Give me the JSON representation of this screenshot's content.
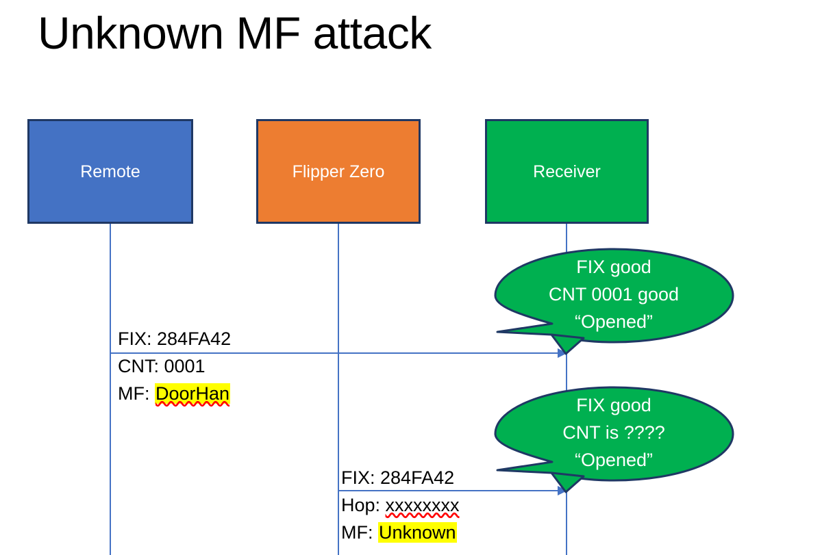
{
  "slide": {
    "title": "Unknown MF attack",
    "background": "#ffffff"
  },
  "colors": {
    "remote_fill": "#4472C4",
    "flipper_fill": "#ED7D31",
    "receiver_fill": "#00B050",
    "box_border": "#1F3864",
    "lifeline": "#4472C4",
    "arrow": "#4472C4",
    "highlight": "#FFFF00",
    "callout_fill": "#00B050",
    "callout_text": "#FFFFFF",
    "spellcheck_underline": "#FF0000"
  },
  "actors": [
    {
      "id": "remote",
      "label": "Remote"
    },
    {
      "id": "flipper",
      "label": "Flipper Zero"
    },
    {
      "id": "receiver",
      "label": "Receiver"
    }
  ],
  "messages": [
    {
      "id": "msg-1",
      "from": "remote",
      "to": "receiver",
      "lines": [
        {
          "prefix": "FIX: ",
          "value": "284FA42",
          "highlighted": false,
          "spellcheck_error": false
        },
        {
          "prefix": "CNT: ",
          "value": "0001",
          "highlighted": false,
          "spellcheck_error": false
        },
        {
          "prefix": "MF: ",
          "value": "DoorHan",
          "highlighted": true,
          "spellcheck_error": true
        }
      ]
    },
    {
      "id": "msg-2",
      "from": "flipper",
      "to": "receiver",
      "lines": [
        {
          "prefix": "FIX: ",
          "value": "284FA42",
          "highlighted": false,
          "spellcheck_error": false
        },
        {
          "prefix": "Hop: ",
          "value": "xxxxxxxx",
          "highlighted": false,
          "spellcheck_error": true
        },
        {
          "prefix": "MF: ",
          "value": "Unknown",
          "highlighted": true,
          "spellcheck_error": false
        }
      ]
    }
  ],
  "callouts": [
    {
      "id": "callout-1",
      "attached_to": "msg-1",
      "lines": [
        "FIX good",
        "CNT 0001 good",
        "“Opened”"
      ]
    },
    {
      "id": "callout-2",
      "attached_to": "msg-2",
      "lines": [
        "FIX good",
        "CNT is ????",
        "“Opened”"
      ]
    }
  ]
}
